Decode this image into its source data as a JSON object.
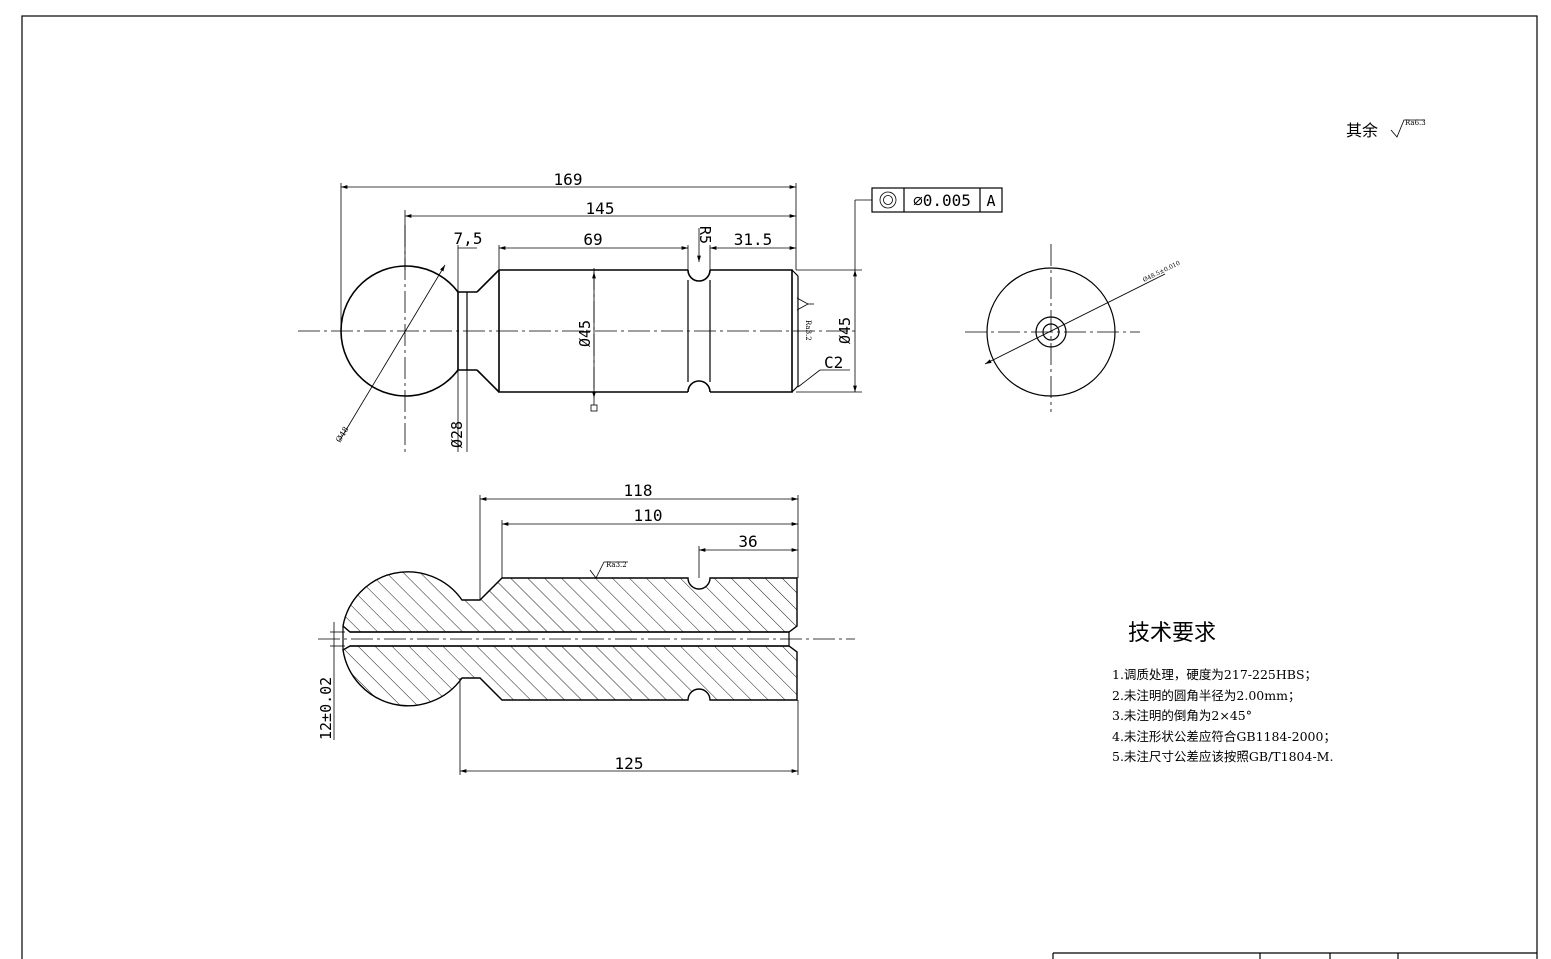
{
  "drawing": {
    "remaining_roughness_prefix": "其余",
    "remaining_roughness_value": "Ra6.3",
    "technical_requirements": {
      "title": "技术要求",
      "items": [
        "1.调质处理，硬度为217-225HBS；",
        "2.未注明的圆角半径为2.00mm；",
        "3.未注明的倒角为2×45°",
        "4.未注形状公差应符合GB1184-2000；",
        "5.未注尺寸公差应该按照GB/T1804-M."
      ]
    },
    "front_view": {
      "dim_overall": "169",
      "dim_145": "145",
      "dim_neck": "7,5",
      "dim_69": "69",
      "dim_r5": "R5",
      "dim_31_5": "31.5",
      "dim_dia45_left": "Ø45",
      "dim_dia45_right": "Ø45",
      "dim_dia28": "Ø28",
      "dim_sphere": "Ø48",
      "dim_chamfer": "C2",
      "roughness_end": "Ra3.2",
      "tolerance_frame": {
        "symbol": "◎",
        "value": "∅0.005",
        "datum": "A"
      }
    },
    "side_view": {
      "dim_dia": "Ø48.5±0.010"
    },
    "section_view": {
      "dim_118": "118",
      "dim_110": "110",
      "dim_36": "36",
      "dim_125": "125",
      "dim_bore": "12±0.02",
      "roughness": "Ra3.2"
    }
  }
}
